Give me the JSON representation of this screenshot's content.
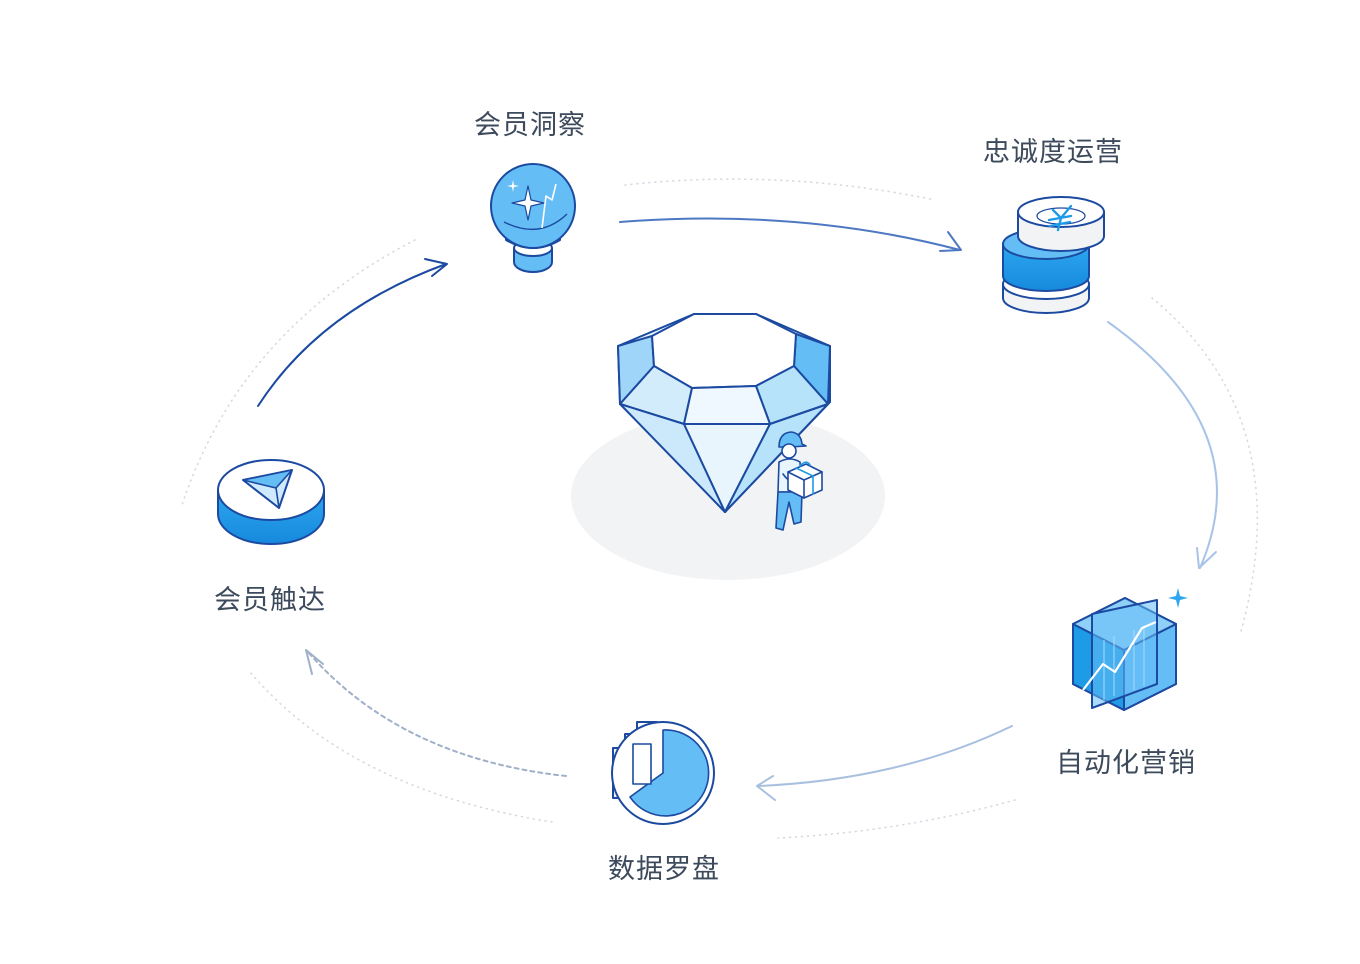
{
  "nodes": [
    {
      "id": "insight",
      "label": "会员洞察",
      "icon": "lightbulb-icon"
    },
    {
      "id": "loyalty",
      "label": "忠诚度运营",
      "icon": "coin-stack-icon"
    },
    {
      "id": "automation",
      "label": "自动化营销",
      "icon": "growth-cube-icon"
    },
    {
      "id": "data",
      "label": "数据罗盘",
      "icon": "pie-chart-icon"
    },
    {
      "id": "reach",
      "label": "会员触达",
      "icon": "send-puck-icon"
    }
  ],
  "center": {
    "icon": "diamond-icon",
    "figure": "delivery-person-icon"
  },
  "colors": {
    "primary": "#1b4aa0",
    "accent": "#1e9be6",
    "light": "#64bdf5",
    "pale": "#e8f5fd",
    "shadow": "#f2f3f5",
    "dotted": "#d5dae2",
    "text": "#3d4a5c"
  }
}
